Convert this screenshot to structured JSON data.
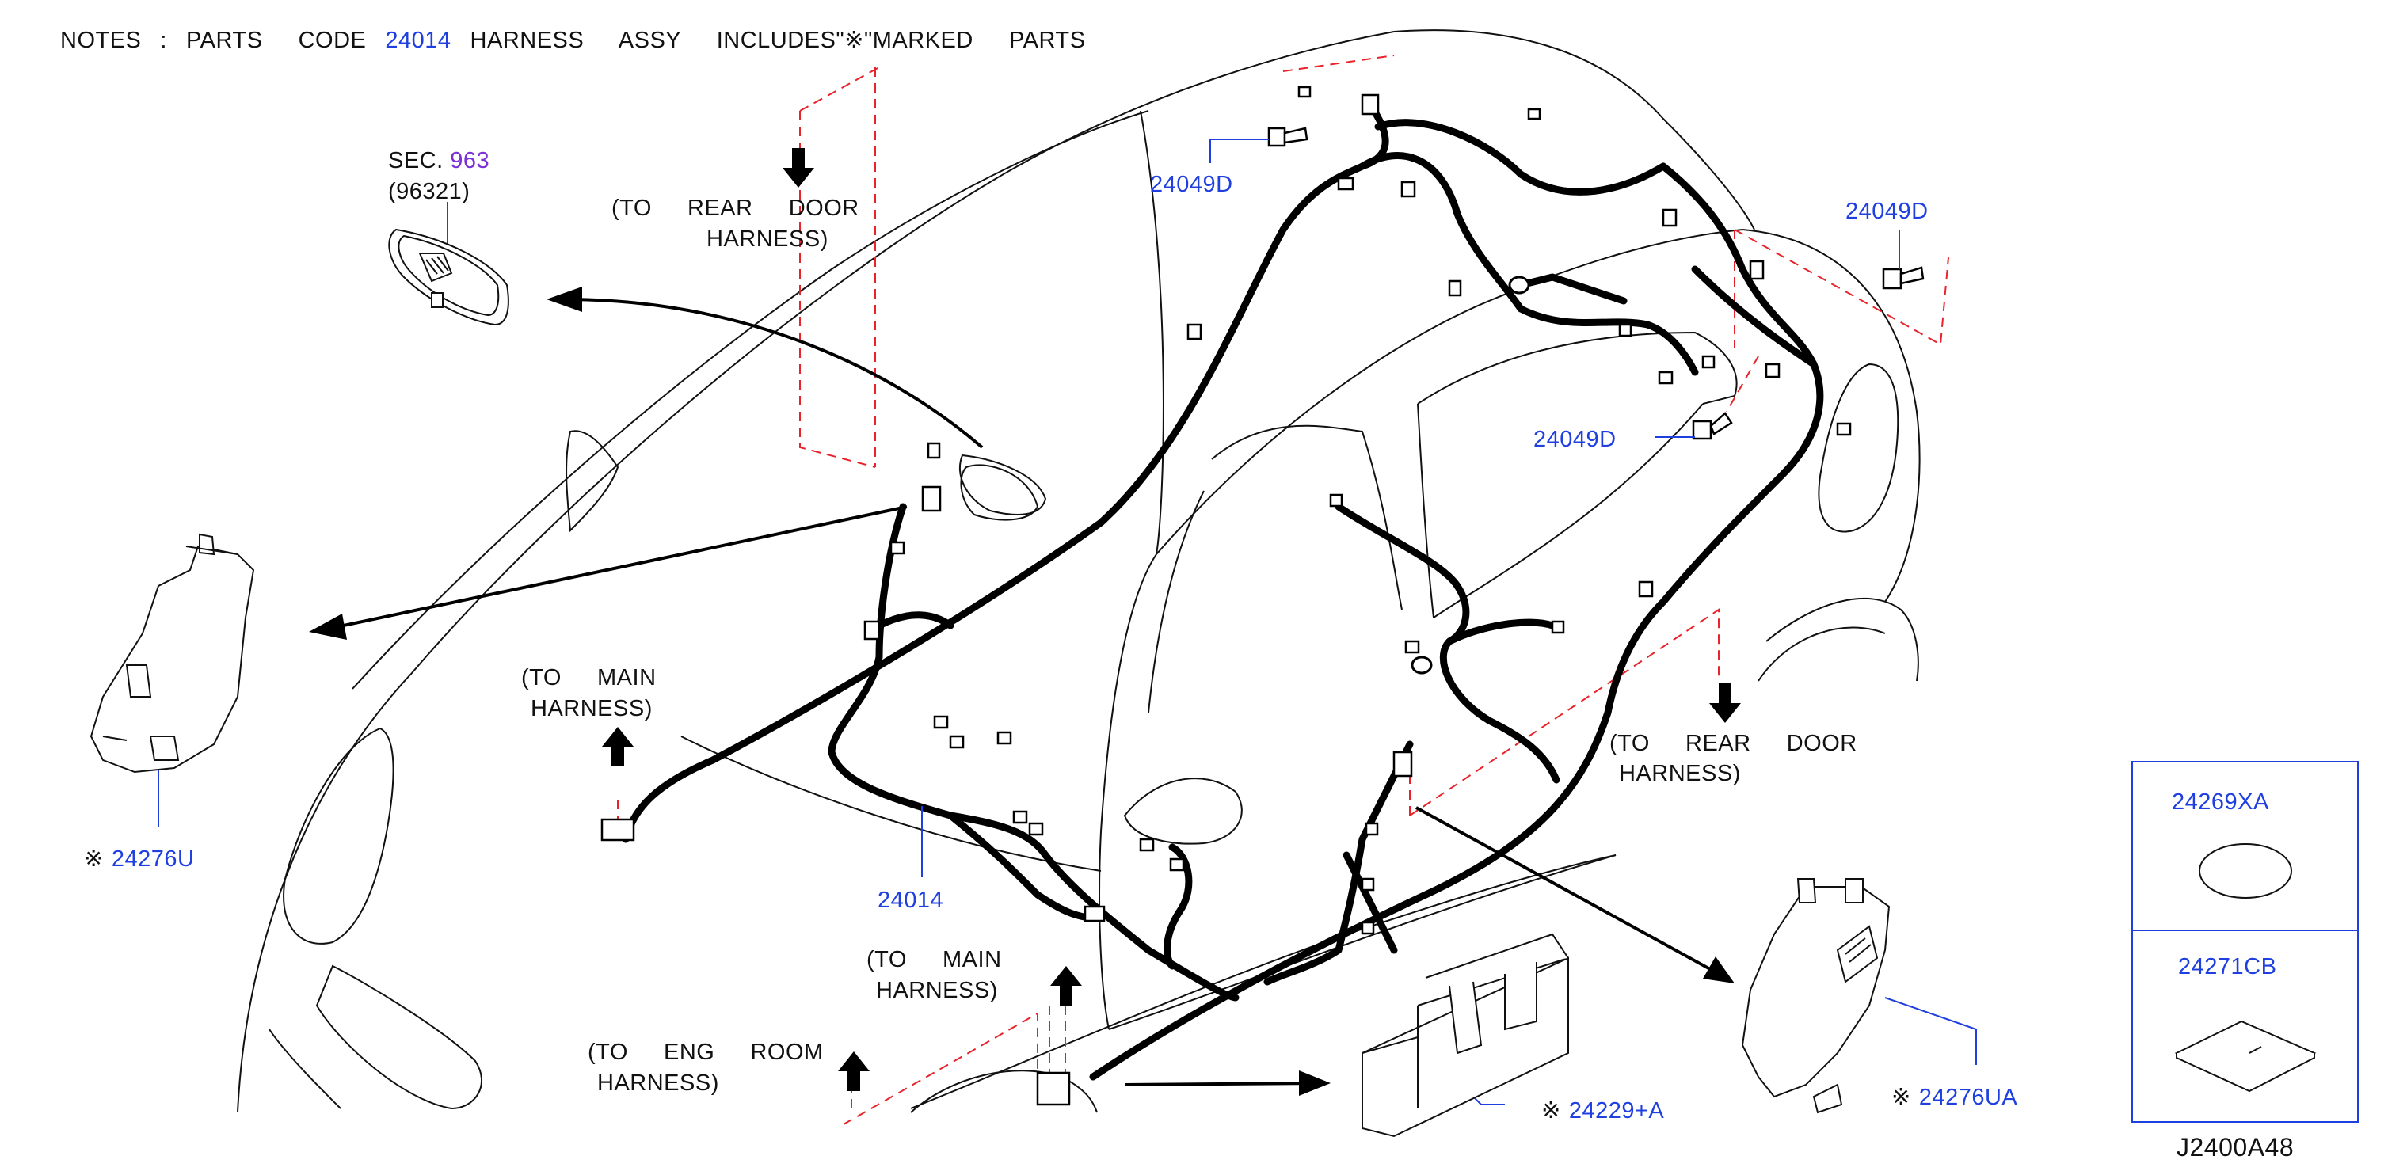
{
  "colors": {
    "line": "#111111",
    "harness": "#000000",
    "code": "#1f3fe0",
    "section": "#7b2fd6",
    "dashed": "#e8232b",
    "leader": "#1f3fe0"
  },
  "notes": {
    "prefix": "NOTES",
    "colon": ":",
    "text1": "PARTS  CODE",
    "code": "24014",
    "text2": "HARNESS  ASSY  INCLUDES\"※\"MARKED  PARTS"
  },
  "section_ref": {
    "sec_label": "SEC.",
    "sec_number": "963",
    "part": "(96321)"
  },
  "callouts": {
    "to_rear_door_top": [
      "(TO  REAR  DOOR",
      "HARNESS)"
    ],
    "to_rear_door_right": [
      "(TO  REAR  DOOR",
      "HARNESS)"
    ],
    "to_main_left": [
      "(TO  MAIN",
      "HARNESS)"
    ],
    "to_main_bottom": [
      "(TO  MAIN",
      "HARNESS)"
    ],
    "to_eng_room": [
      "(TO  ENG  ROOM",
      "HARNESS)"
    ]
  },
  "parts": {
    "p24049D_a": "24049D",
    "p24049D_b": "24049D",
    "p24049D_c": "24049D",
    "p24014": "24014",
    "p24276U": "24276U",
    "p24276UA": "24276UA",
    "p24229A": "24229+A",
    "p24269XA": "24269XA",
    "p24271CB": "24271CB"
  },
  "marker": "※",
  "diagram_id": "J2400A48"
}
